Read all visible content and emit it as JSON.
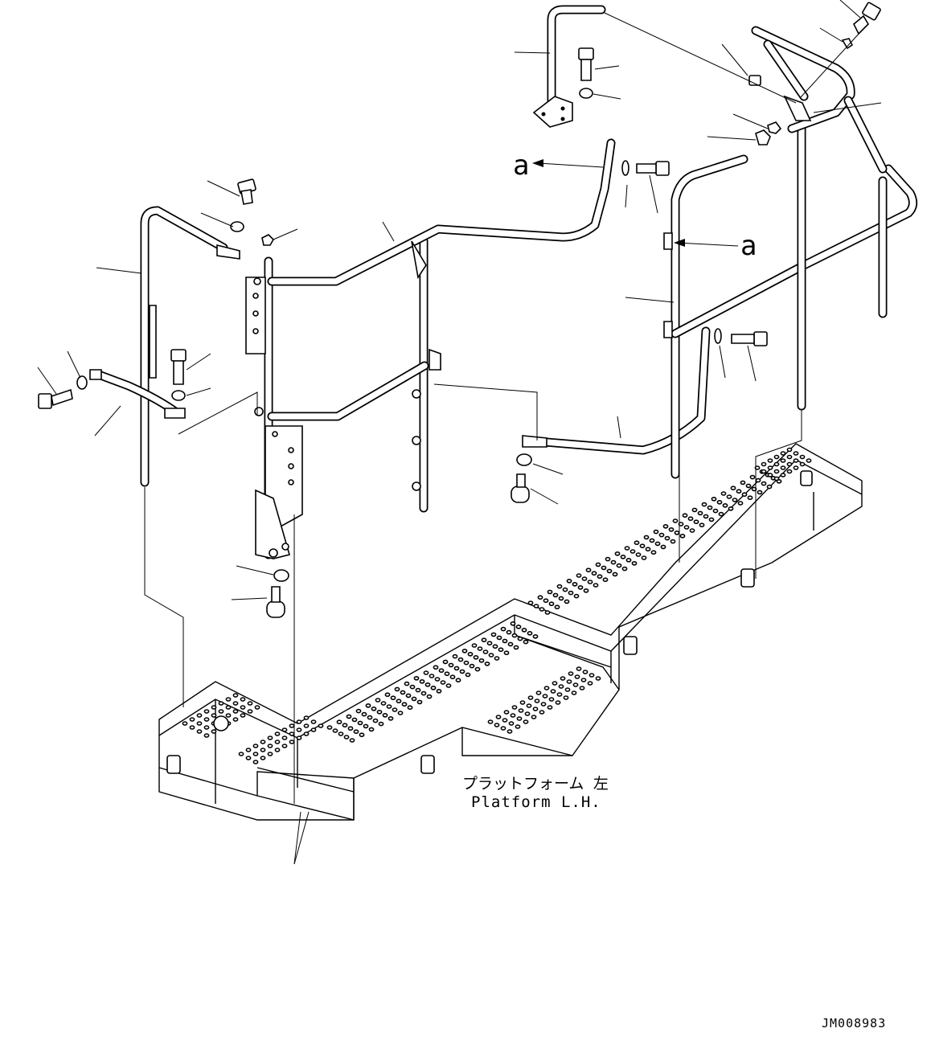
{
  "diagram": {
    "callout_marks": [
      "a",
      "a"
    ],
    "caption_jp": "プラットフォーム 左",
    "caption_en": "Platform L.H.",
    "drawing_code": "JM008983"
  }
}
